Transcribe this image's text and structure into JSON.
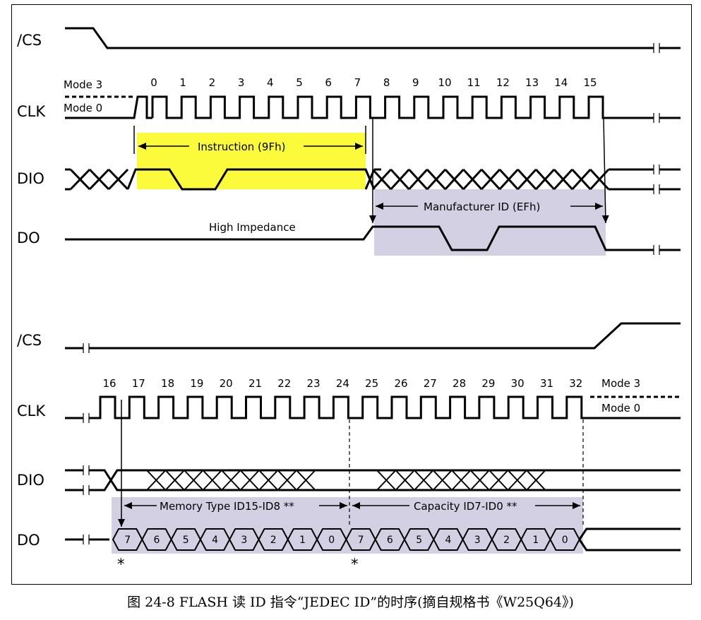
{
  "signals": {
    "cs_top": "/CS",
    "clk_top": "CLK",
    "dio_top": "DIO",
    "do_top": "DO",
    "cs_bottom": "/CS",
    "clk_bottom": "CLK",
    "dio_bottom": "DIO",
    "do_bottom": "DO"
  },
  "mode_labels": {
    "mode3_top": "Mode 3",
    "mode0_top": "Mode 0",
    "mode3_bottom": "Mode 3",
    "mode0_bottom": "Mode 0"
  },
  "clock_numbers_top": [
    "0",
    "1",
    "2",
    "3",
    "4",
    "5",
    "6",
    "7",
    "8",
    "9",
    "10",
    "11",
    "12",
    "13",
    "14",
    "15"
  ],
  "clock_numbers_bottom": [
    "16",
    "17",
    "18",
    "19",
    "20",
    "21",
    "22",
    "23",
    "24",
    "25",
    "26",
    "27",
    "28",
    "29",
    "30",
    "31",
    "32"
  ],
  "annotations": {
    "instruction": "Instruction (9Fh)",
    "manufacturer": "Manufacturer ID (EFh)",
    "high_impedance": "High Impedance",
    "memory_type": "Memory Type ID15-ID8 **",
    "capacity": "Capacity ID7-ID0 **"
  },
  "do_bits": [
    "7",
    "6",
    "5",
    "4",
    "3",
    "2",
    "1",
    "0",
    "7",
    "6",
    "5",
    "4",
    "3",
    "2",
    "1",
    "0"
  ],
  "asterisks": [
    "*",
    "*"
  ],
  "colors": {
    "instruction_highlight": "#fbfb3c",
    "output_highlight": "#d4d0e3"
  },
  "caption": "图 24-8 FLASH 读 ID 指令“JEDEC ID”的时序(摘自规格书《W25Q64》)"
}
